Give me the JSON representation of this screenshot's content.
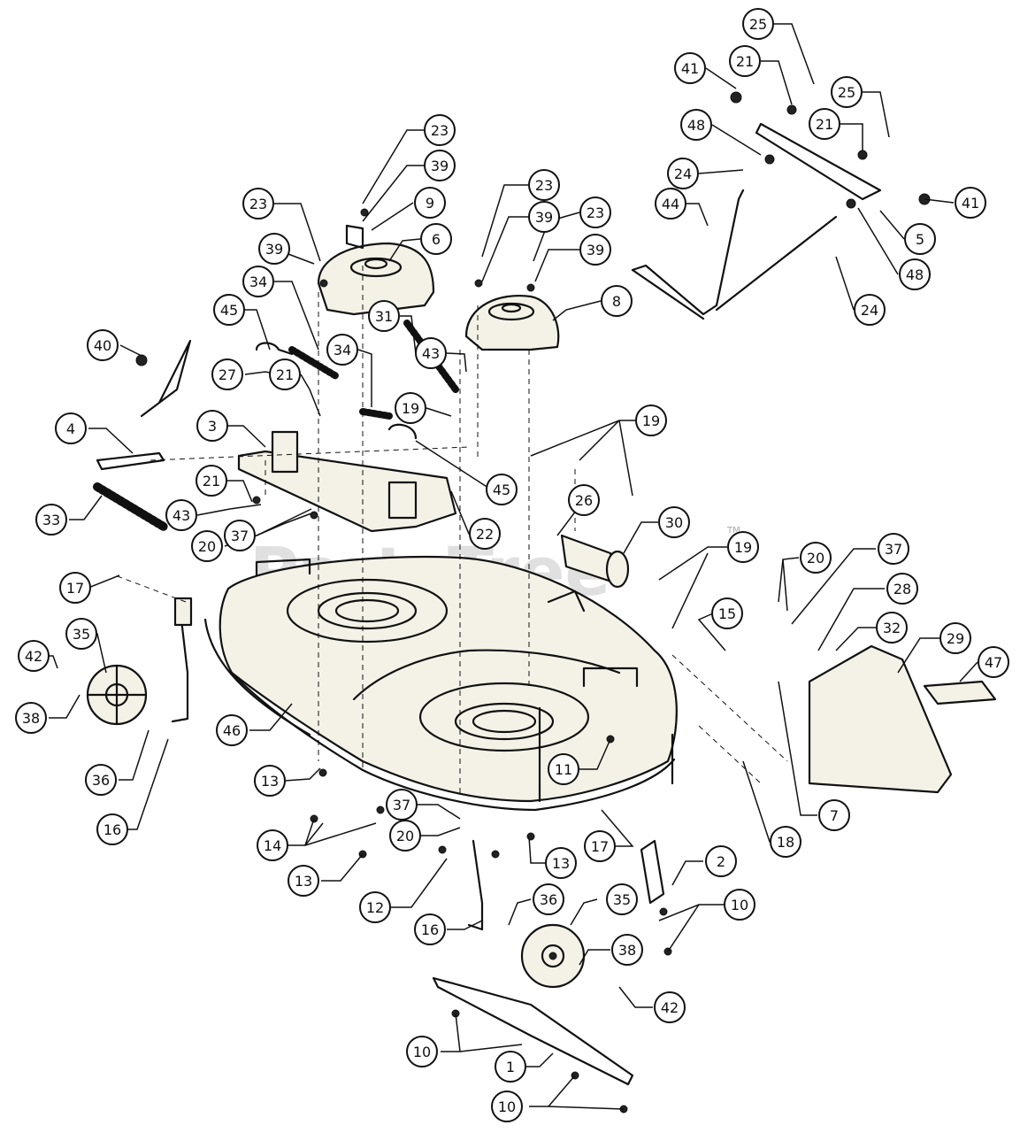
{
  "watermark": "PartsTree",
  "trademark": "TM",
  "callouts": [
    {
      "id": "c25a",
      "label": "25"
    },
    {
      "id": "c41a",
      "label": "41"
    },
    {
      "id": "c21a",
      "label": "21"
    },
    {
      "id": "c25b",
      "label": "25"
    },
    {
      "id": "c21b",
      "label": "21"
    },
    {
      "id": "c48a",
      "label": "48"
    },
    {
      "id": "c24a",
      "label": "24"
    },
    {
      "id": "c44",
      "label": "44"
    },
    {
      "id": "c41b",
      "label": "41"
    },
    {
      "id": "c5",
      "label": "5"
    },
    {
      "id": "c48b",
      "label": "48"
    },
    {
      "id": "c24b",
      "label": "24"
    },
    {
      "id": "c23a",
      "label": "23"
    },
    {
      "id": "c39a",
      "label": "39"
    },
    {
      "id": "c9",
      "label": "9"
    },
    {
      "id": "c6",
      "label": "6"
    },
    {
      "id": "c23b",
      "label": "23"
    },
    {
      "id": "c39b",
      "label": "39"
    },
    {
      "id": "c23c",
      "label": "23"
    },
    {
      "id": "c39c",
      "label": "39"
    },
    {
      "id": "c23d",
      "label": "23"
    },
    {
      "id": "c39d",
      "label": "39"
    },
    {
      "id": "c8",
      "label": "8"
    },
    {
      "id": "c34a",
      "label": "34"
    },
    {
      "id": "c45a",
      "label": "45"
    },
    {
      "id": "c31",
      "label": "31"
    },
    {
      "id": "c43a",
      "label": "43"
    },
    {
      "id": "c34b",
      "label": "34"
    },
    {
      "id": "c40",
      "label": "40"
    },
    {
      "id": "c27",
      "label": "27"
    },
    {
      "id": "c21c",
      "label": "21"
    },
    {
      "id": "c19a",
      "label": "19"
    },
    {
      "id": "c19b",
      "label": "19"
    },
    {
      "id": "c4",
      "label": "4"
    },
    {
      "id": "c3",
      "label": "3"
    },
    {
      "id": "c21d",
      "label": "21"
    },
    {
      "id": "c43b",
      "label": "43"
    },
    {
      "id": "c33",
      "label": "33"
    },
    {
      "id": "c45b",
      "label": "45"
    },
    {
      "id": "c26",
      "label": "26"
    },
    {
      "id": "c30",
      "label": "30"
    },
    {
      "id": "c37a",
      "label": "37"
    },
    {
      "id": "c22",
      "label": "22"
    },
    {
      "id": "c20a",
      "label": "20"
    },
    {
      "id": "c19c",
      "label": "19"
    },
    {
      "id": "c20b",
      "label": "20"
    },
    {
      "id": "c37b",
      "label": "37"
    },
    {
      "id": "c17a",
      "label": "17"
    },
    {
      "id": "c28",
      "label": "28"
    },
    {
      "id": "c35a",
      "label": "35"
    },
    {
      "id": "c15",
      "label": "15"
    },
    {
      "id": "c32",
      "label": "32"
    },
    {
      "id": "c29",
      "label": "29"
    },
    {
      "id": "c47",
      "label": "47"
    },
    {
      "id": "c42a",
      "label": "42"
    },
    {
      "id": "c38a",
      "label": "38"
    },
    {
      "id": "c46",
      "label": "46"
    },
    {
      "id": "c36a",
      "label": "36"
    },
    {
      "id": "c11",
      "label": "11"
    },
    {
      "id": "c13a",
      "label": "13"
    },
    {
      "id": "c7",
      "label": "7"
    },
    {
      "id": "c16a",
      "label": "16"
    },
    {
      "id": "c18",
      "label": "18"
    },
    {
      "id": "c37c",
      "label": "37"
    },
    {
      "id": "c14",
      "label": "14"
    },
    {
      "id": "c20c",
      "label": "20"
    },
    {
      "id": "c17b",
      "label": "17"
    },
    {
      "id": "c13b",
      "label": "13"
    },
    {
      "id": "c13c",
      "label": "13"
    },
    {
      "id": "c2",
      "label": "2"
    },
    {
      "id": "c12",
      "label": "12"
    },
    {
      "id": "c36b",
      "label": "36"
    },
    {
      "id": "c35b",
      "label": "35"
    },
    {
      "id": "c10a",
      "label": "10"
    },
    {
      "id": "c16b",
      "label": "16"
    },
    {
      "id": "c38b",
      "label": "38"
    },
    {
      "id": "c42b",
      "label": "42"
    },
    {
      "id": "c10b",
      "label": "10"
    },
    {
      "id": "c1",
      "label": "1"
    },
    {
      "id": "c10c",
      "label": "10"
    }
  ]
}
